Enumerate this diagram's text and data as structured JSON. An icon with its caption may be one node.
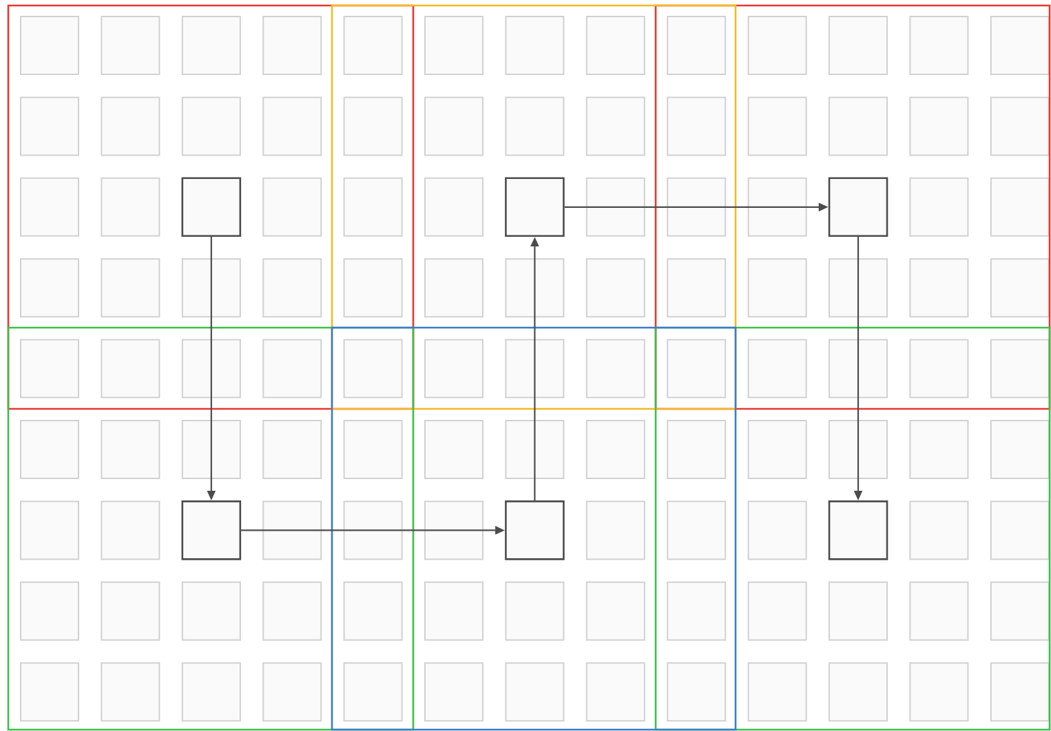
{
  "diagram": {
    "nodes": [
      {
        "text": [],
        "shape": "box"
      },
      {
        "text": [],
        "shape": "box"
      },
      {
        "text": [],
        "shape": "box"
      },
      {
        "text": [],
        "shape": "box"
      },
      {
        "text": [],
        "shape": "box"
      },
      {
        "text": [],
        "shape": "box"
      }
    ],
    "edges": [
      {
        "from": 0,
        "to": 3,
        "arrow": "to"
      },
      {
        "from": 3,
        "to": 4,
        "arrow": "to"
      },
      {
        "from": 4,
        "to": 1,
        "arrow": "to"
      },
      {
        "from": 1,
        "to": 2,
        "arrow": "to"
      },
      {
        "from": 2,
        "to": 5,
        "arrow": "to"
      }
    ]
  }
}
